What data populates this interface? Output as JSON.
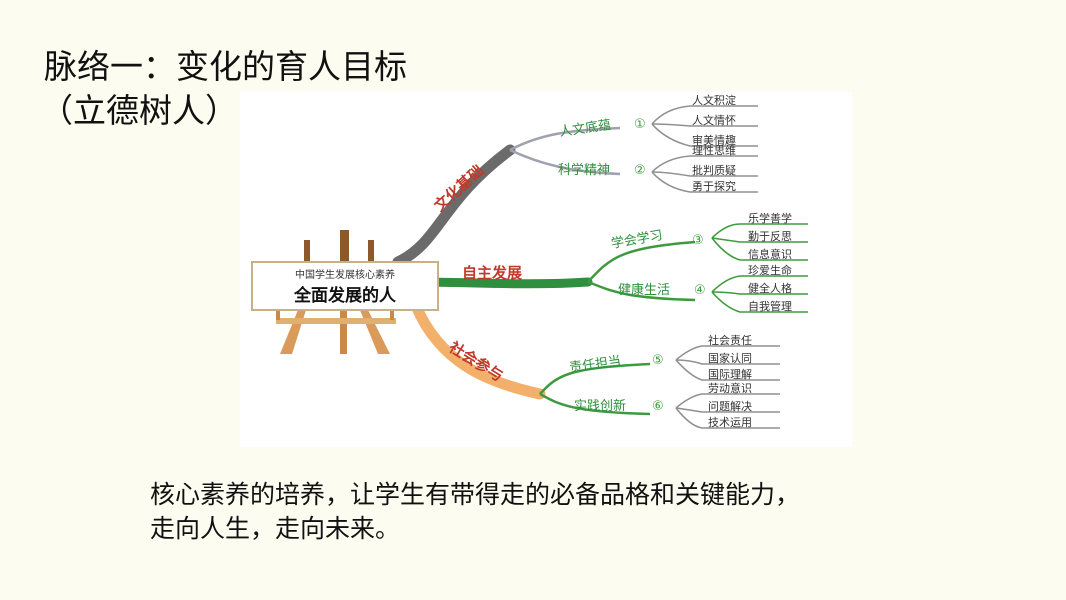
{
  "slide": {
    "title": "脉络一：变化的育人目标",
    "subtitle": "（立德树人）",
    "caption_line1": "核心素养的培养，让学生有带得走的必备品格和关键能力，",
    "caption_line2": "走向人生，走向未来。"
  },
  "mindmap": {
    "center": {
      "line1": "中国学生发展核心素养",
      "line2": "全面发展的人"
    },
    "branches": [
      {
        "label": "文化基础",
        "color": "#555555",
        "subs": [
          {
            "label": "人文底蕴",
            "num": "①",
            "color": "#3f9a3f",
            "leaves": [
              "人文积淀",
              "人文情怀",
              "审美情趣"
            ]
          },
          {
            "label": "科学精神",
            "num": "②",
            "color": "#3f9a3f",
            "leaves": [
              "理性思维",
              "批判质疑",
              "勇于探究"
            ]
          }
        ]
      },
      {
        "label": "自主发展",
        "color": "#2f8f3f",
        "subs": [
          {
            "label": "学会学习",
            "num": "③",
            "color": "#3f9a3f",
            "leaves": [
              "乐学善学",
              "勤于反思",
              "信息意识"
            ]
          },
          {
            "label": "健康生活",
            "num": "④",
            "color": "#3f9a3f",
            "leaves": [
              "珍爱生命",
              "健全人格",
              "自我管理"
            ]
          }
        ]
      },
      {
        "label": "社会参与",
        "color": "#f0a555",
        "subs": [
          {
            "label": "责任担当",
            "num": "⑤",
            "color": "#3f9a3f",
            "leaves": [
              "社会责任",
              "国家认同",
              "国际理解"
            ]
          },
          {
            "label": "实践创新",
            "num": "⑥",
            "color": "#3f9a3f",
            "leaves": [
              "劳动意识",
              "问题解决",
              "技术运用"
            ]
          }
        ]
      }
    ]
  }
}
